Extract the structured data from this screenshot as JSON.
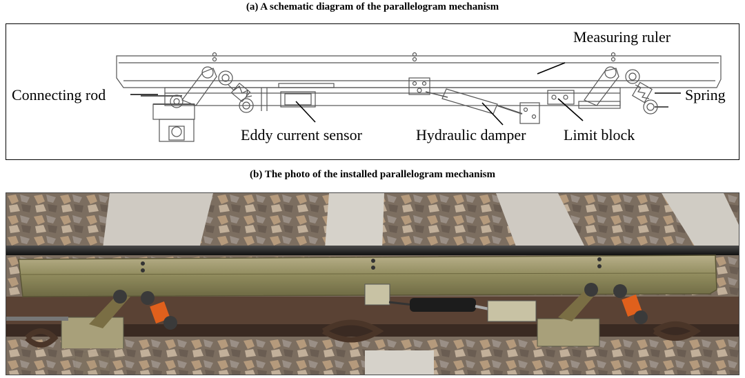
{
  "captions": {
    "a": "(a) A schematic diagram of the parallelogram mechanism",
    "b": "(b) The photo of the installed parallelogram mechanism"
  },
  "labels": {
    "measuring_ruler": "Measuring ruler",
    "connecting_rod": "Connecting rod",
    "spring": "Spring",
    "eddy_current_sensor": "Eddy current sensor",
    "hydraulic_damper": "Hydraulic damper",
    "limit_block": "Limit block"
  },
  "colors": {
    "line": "#444444",
    "ballast": "#8a7a68",
    "rail": "#1e1e1e",
    "ruler_metal": "#9a9468",
    "spring_orange": "#e0601c"
  }
}
